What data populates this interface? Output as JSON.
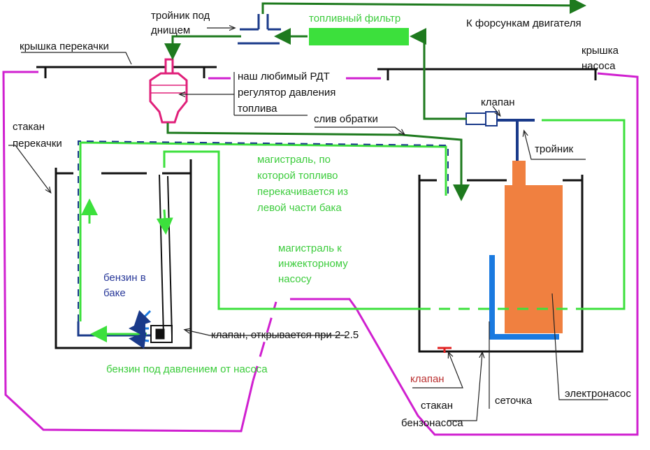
{
  "labels": {
    "tee_under_bottom": [
      "тройник под",
      "днищем"
    ],
    "fuel_filter": "топливный фильтр",
    "to_injectors": "К форсункам двигателя",
    "transfer_lid": "крышка перекачки",
    "pump_lid": [
      "крышка",
      "насоса"
    ],
    "rdt": [
      "наш любимый РДТ",
      "регулятор давления",
      "топлива"
    ],
    "return_drain": "слив обратки",
    "valve_top": "клапан",
    "tee": "тройник",
    "transfer_cup": [
      "стакан",
      "перекачки"
    ],
    "transfer_line": [
      "магистраль, по",
      "которой топливо",
      "перекачивается из",
      "левой части бака"
    ],
    "injector_line": [
      "магистраль к",
      "инжекторному",
      "насосу"
    ],
    "fuel_in_tank": [
      "бензин в",
      "баке"
    ],
    "check_valve": "клапан, открывается при 2-2.5",
    "pressurized_fuel": "бензин под давлением от насоса",
    "valve_bottom": "клапан",
    "pump_cup": [
      "стакан",
      "бензонасоса"
    ],
    "strainer": "сеточка",
    "electric_pump": "электронасос"
  },
  "colors": {
    "tank_outline": "#d020d0",
    "fuel_line_dark": "#1e7a1e",
    "fuel_line_light": "#3ce03c",
    "blue": "#1a3a8a",
    "pump_body": "#f08040",
    "strainer": "#1a7ae0",
    "regulator": "#e0207a",
    "bottom_valve": "#e02020"
  }
}
